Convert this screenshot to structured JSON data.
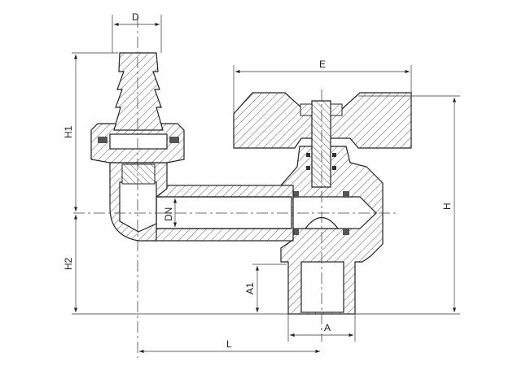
{
  "drawing": {
    "title": "Angle ball valve with hose barb fitting - dimension drawing",
    "dimensions": {
      "D": "D",
      "E": "E",
      "H1": "H1",
      "H": "H",
      "DN": "DN",
      "H2": "H2",
      "A1": "A1",
      "A": "A",
      "L": "L"
    }
  }
}
